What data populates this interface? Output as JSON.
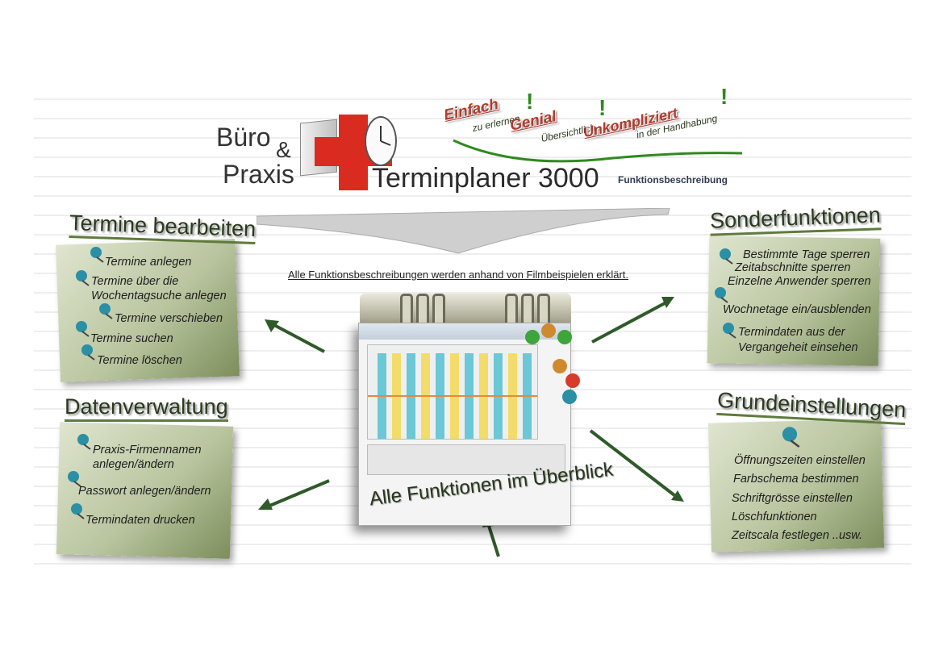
{
  "logo": {
    "word1": "Büro",
    "amp": "&",
    "word2": "Praxis",
    "product": "Terminplaner 3000",
    "subtitle": "Funktionsbeschreibung"
  },
  "slogan": {
    "big1": "Einfach",
    "small1": "zu erlernen",
    "big2": "Genial",
    "small2": "Übersichtlich",
    "big3": "Unkompliziert",
    "small3": "in der Handhabung",
    "exclaim": "!"
  },
  "caption": "Alle Funktionsbeschreibungen werden anhand von Filmbeispielen erklärt.",
  "center": {
    "title": "Alle Funktionen im Überblick"
  },
  "notes": {
    "termine": {
      "title": "Termine bearbeiten",
      "items": [
        "Termine anlegen",
        "Termine über die",
        "Wochentagsuche anlegen",
        "Termine verschieben",
        "Termine suchen",
        "Termine löschen"
      ]
    },
    "daten": {
      "title": "Datenverwaltung",
      "items": [
        "Praxis-Firmennamen",
        "anlegen/ändern",
        "Passwort anlegen/ändern",
        "Termindaten drucken"
      ]
    },
    "sonder": {
      "title": "Sonderfunktionen",
      "items": [
        "Bestimmte Tage sperren",
        "Zeitabschnitte sperren",
        "Einzelne Anwender sperren",
        "Wochnetage ein/ausblenden",
        "Termindaten aus der",
        "Vergangeheit einsehen"
      ]
    },
    "grund": {
      "title": "Grundeinstellungen",
      "items": [
        "Öffnungszeiten einstellen",
        "Farbschema bestimmen",
        "Schriftgrösse einstellen",
        "Löschfunktionen",
        "Zeitscala festlegen ..usw."
      ]
    }
  },
  "colors": {
    "accent_red": "#d92b1f",
    "note_green": "#b9c59f",
    "arrow_green": "#2f5a2a",
    "pin_teal": "#2b8fa6"
  }
}
